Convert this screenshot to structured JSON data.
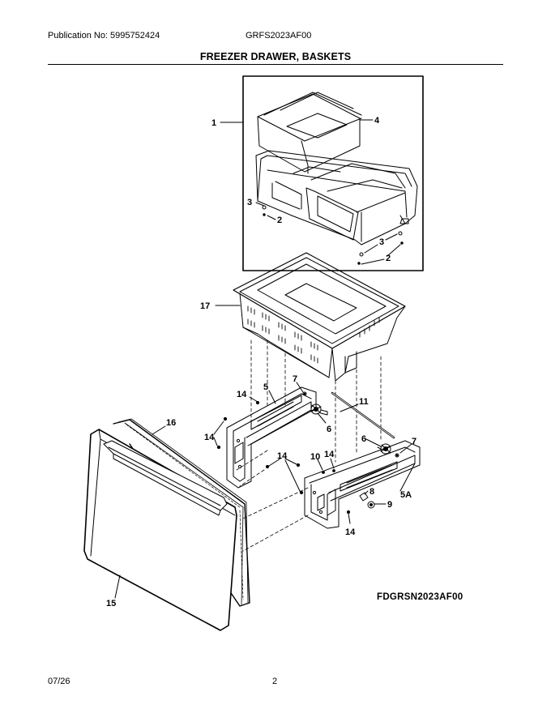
{
  "header": {
    "publication": "Publication No: 5995752424",
    "model": "GRFS2023AF00",
    "title": "FREEZER DRAWER, BASKETS"
  },
  "diagram": {
    "callouts": {
      "c1": "1",
      "c4": "4",
      "c3a": "3",
      "c2a": "2",
      "c3b": "3",
      "c2b": "2",
      "c17": "17",
      "c14a": "14",
      "c5": "5",
      "c7a": "7",
      "c11": "11",
      "c6a": "6",
      "c16": "16",
      "c14b": "14",
      "c6b": "6",
      "c7b": "7",
      "c14c": "14",
      "c10": "10",
      "c14d": "14",
      "c8": "8",
      "c5a": "5A",
      "c9": "9",
      "c14e": "14",
      "c15": "15"
    },
    "drawing_code": "FDGRSN2023AF00"
  },
  "footer": {
    "date": "07/26",
    "page": "2"
  }
}
